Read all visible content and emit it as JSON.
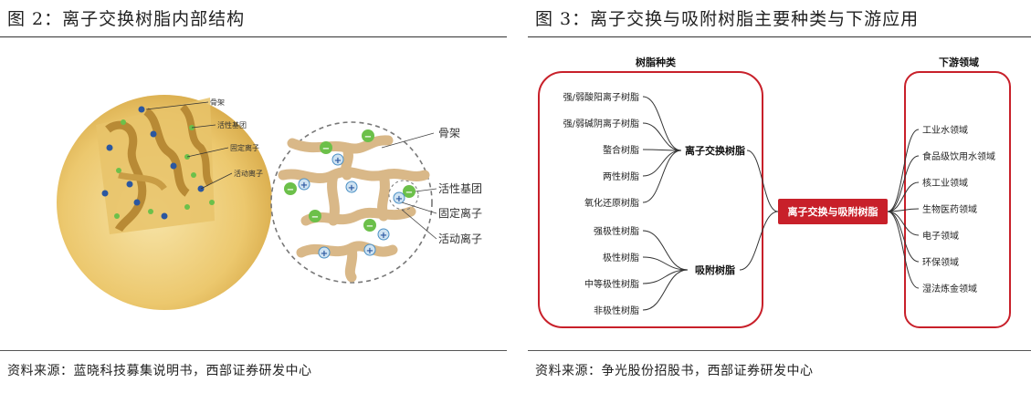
{
  "left": {
    "title": "图 2：离子交换树脂内部结构",
    "source": "资料来源：蓝晓科技募集说明书，西部证券研发中心",
    "sphere_labels": [
      "骨架",
      "活性基团",
      "固定离子",
      "活动离子"
    ],
    "circle_labels": [
      "骨架",
      "活性基团",
      "固定离子",
      "活动离子"
    ]
  },
  "right": {
    "title": "图 3：离子交换与吸附树脂主要种类与下游应用",
    "source": "资料来源：争光股份招股书，西部证券研发中心",
    "left_header": "树脂种类",
    "right_header": "下游领域",
    "center": "离子交换与吸附树脂",
    "groups": [
      {
        "name": "离子交换树脂",
        "items": [
          "强/弱酸阳离子树脂",
          "强/弱碱阴离子树脂",
          "螯合树脂",
          "两性树脂",
          "氧化还原树脂"
        ]
      },
      {
        "name": "吸附树脂",
        "items": [
          "强极性树脂",
          "极性树脂",
          "中等极性树脂",
          "非极性树脂"
        ]
      }
    ],
    "applications": [
      "工业水领域",
      "食品级饮用水领域",
      "核工业领域",
      "生物医药领域",
      "电子领域",
      "环保领域",
      "湿法炼金领域"
    ],
    "colors": {
      "red": "#c8202a",
      "green": "#6cc04a",
      "blue": "#4a8fc4",
      "tan": "#d9b888"
    }
  }
}
